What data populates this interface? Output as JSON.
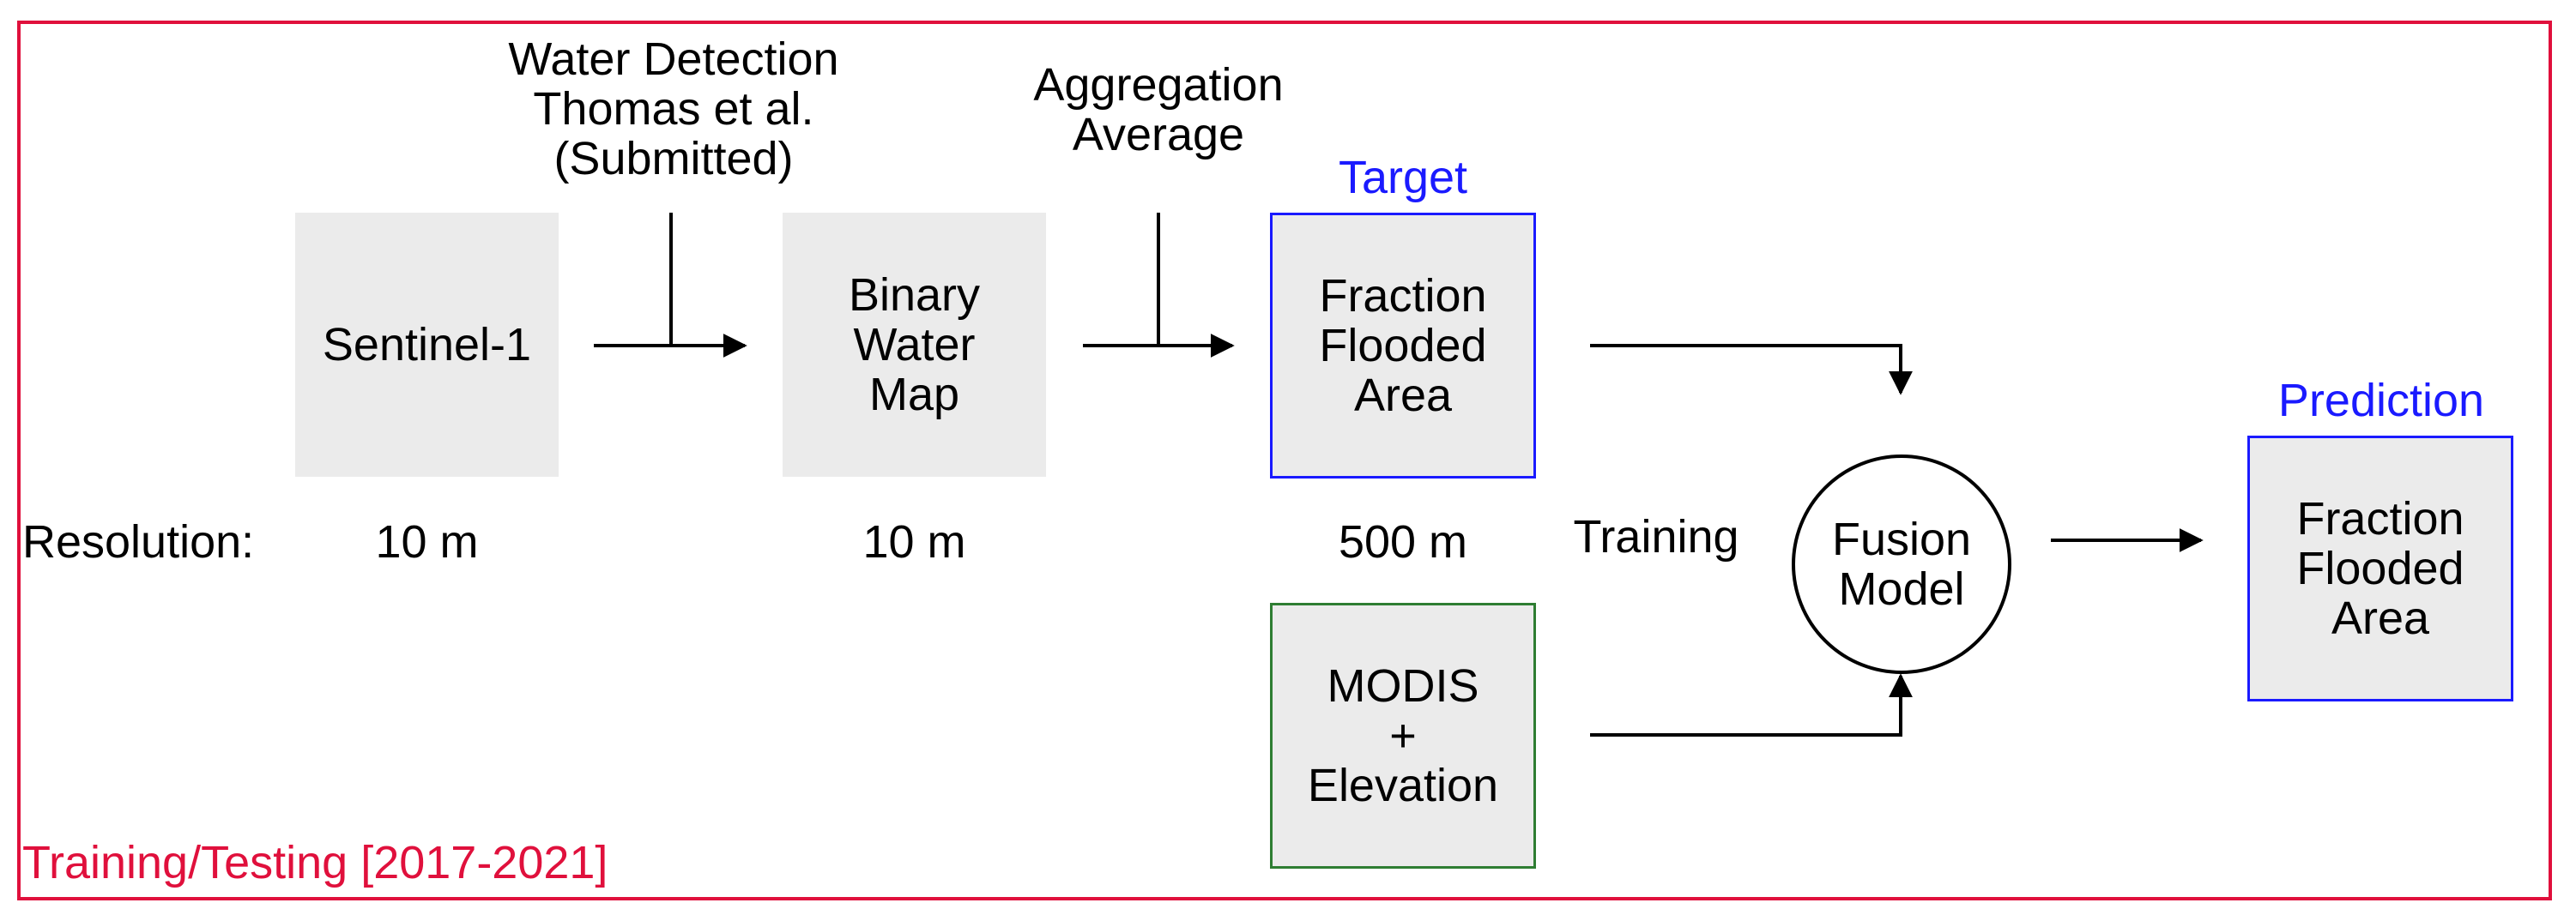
{
  "frame_label": "Training/Testing [2017-2021]",
  "resolution_label": "Resolution:",
  "boxes": {
    "sentinel": "Sentinel-1",
    "binary": "Binary\nWater\nMap",
    "target_ffa": "Fraction\nFlooded\nArea",
    "modis": "MODIS\n+\nElevation",
    "prediction_ffa": "Fraction\nFlooded\nArea"
  },
  "labels": {
    "water_detection": "Water Detection\nThomas et al.\n(Submitted)",
    "aggregation": "Aggregation\nAverage",
    "target": "Target",
    "prediction": "Prediction",
    "training": "Training",
    "fusion_model": "Fusion\nModel"
  },
  "resolutions": {
    "sentinel": "10 m",
    "binary": "10 m",
    "target": "500 m"
  },
  "colors": {
    "frame": "#e0103c",
    "highlight": "#1a1aff",
    "modis_border": "#2e7d32",
    "box_fill": "#ebebeb"
  }
}
